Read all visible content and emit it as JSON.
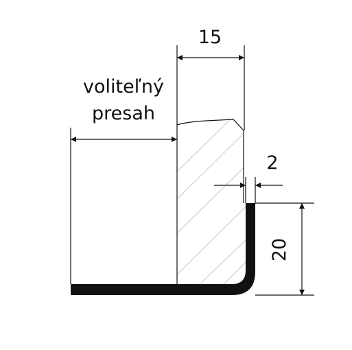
{
  "labels": {
    "overhang_line1": "voliteľný",
    "overhang_line2": "presah",
    "width_dim": "15",
    "thickness_dim": "2",
    "height_dim": "20"
  },
  "colors": {
    "profile": "#111111",
    "lines": "#111111",
    "hatch": "#c8c8c8",
    "background": "#ffffff"
  }
}
